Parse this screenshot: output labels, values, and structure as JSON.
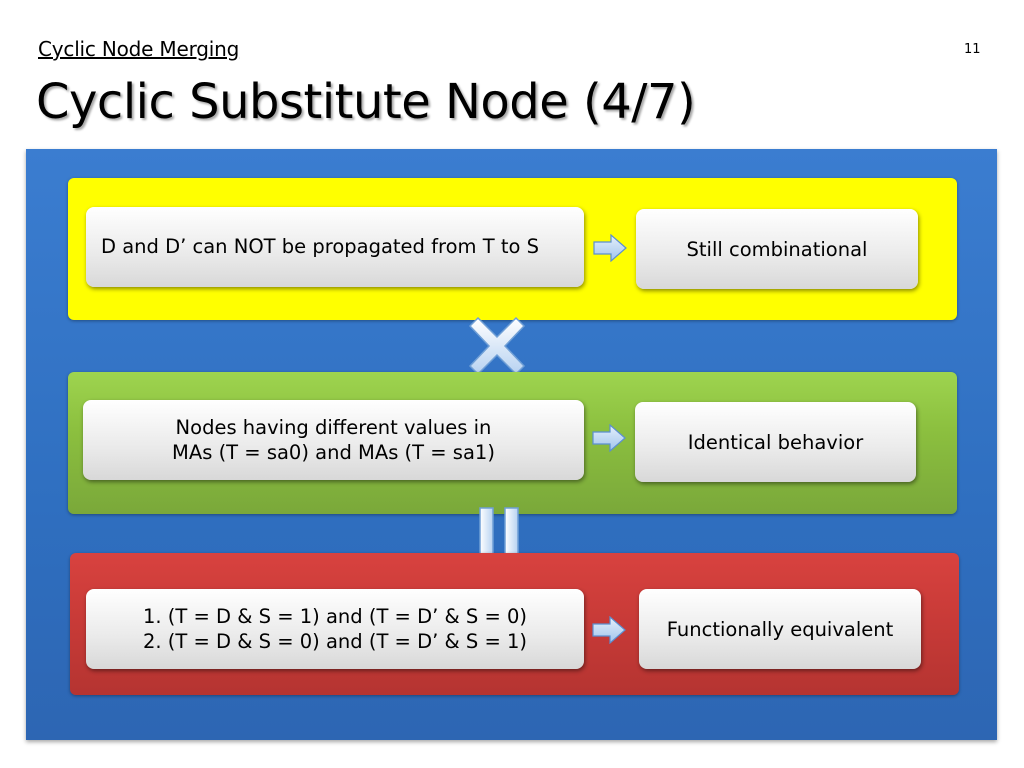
{
  "slide": {
    "section_title": "Cyclic Node Merging",
    "page_number": "11",
    "title": "Cyclic Substitute Node (4/7)"
  },
  "rows": [
    {
      "band_color": "#ffff00",
      "condition": [
        "D and D’ can NOT be propagated from T to S"
      ],
      "result": "Still combinational"
    },
    {
      "band_color": "#8cc03f",
      "condition": [
        "Nodes having different values in",
        "MAs (T = sa0) and MAs (T = sa1)"
      ],
      "result": "Identical behavior"
    },
    {
      "band_color": "#c73a37",
      "condition": [
        "1. (T = D & S = 1) and (T = D’ & S = 0)",
        "2. (T = D & S = 0) and (T = D’ & S = 1)"
      ],
      "result": "Functionally equivalent"
    }
  ],
  "connectors": {
    "between_row1_row2": "cross-icon",
    "between_row2_row3": "equals-icon",
    "arrow": "right-arrow-icon"
  }
}
